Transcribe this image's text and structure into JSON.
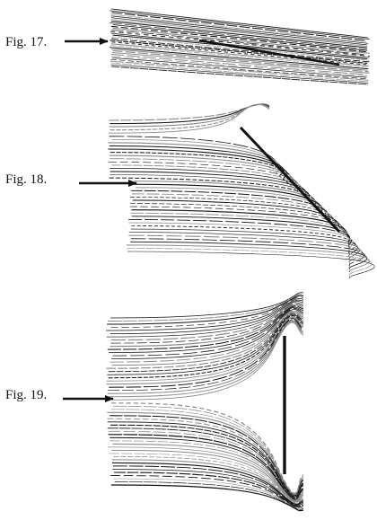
{
  "figures": [
    {
      "label": "Fig. 17.",
      "shape": "band",
      "line_style": "parallel-straight"
    },
    {
      "label": "Fig. 18.",
      "shape": "inclined-plate",
      "line_style": "deflected"
    },
    {
      "label": "Fig. 19.",
      "shape": "vertical-plate",
      "line_style": "deflected"
    }
  ],
  "colors": {
    "ink": "#111111",
    "paper": "#ffffff",
    "stripe": "#8a8a8a"
  }
}
